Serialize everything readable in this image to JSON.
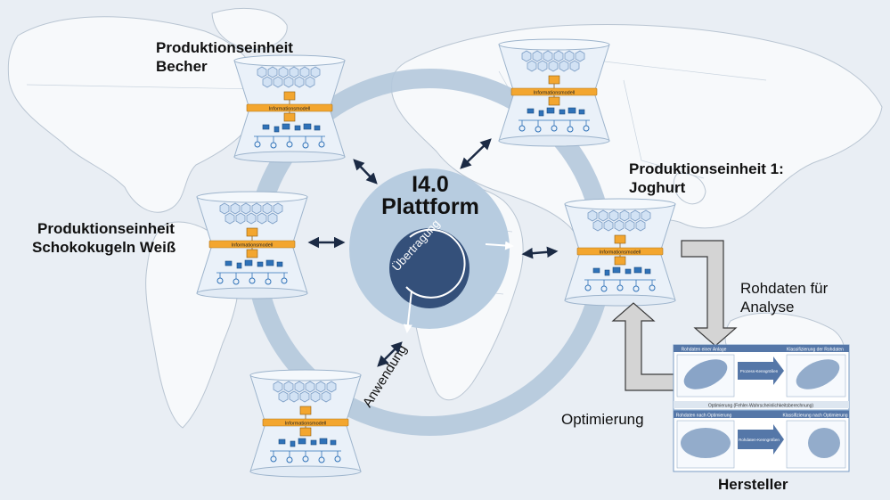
{
  "platform": {
    "line1": "I4.0",
    "line2": "Plattform"
  },
  "ring": {
    "transfer": "Übertragung",
    "application": "Anwendung"
  },
  "units": {
    "becher": {
      "line1": "Produktionseinheit",
      "line2": "Becher"
    },
    "schoko": {
      "line1": "Produktionseinheit",
      "line2": "Schokokugeln Weiß"
    },
    "joghurt": {
      "line1": "Produktionseinheit 1:",
      "line2": "Joghurt"
    }
  },
  "node_band_label": "Informationsmodell",
  "flows": {
    "raw_data": {
      "line1": "Rohdaten für",
      "line2": "Analyse"
    },
    "optimization": "Optimierung"
  },
  "manufacturer": {
    "label": "Hersteller",
    "top_panel": {
      "left_title": "Rohdaten einer Anlage",
      "mid_text": "Prozess-Kenngrößen",
      "right_title": "Klassifizierung der Rohdaten"
    },
    "banner": "Optimierung (Fehler-Wahrscheinlichkeitsberechnung)",
    "bottom_panel": {
      "left_title": "Rohdaten nach Optimierung",
      "mid_text": "Rohdaten-Kenngrößen",
      "right_title": "Klassifizierung nach Optimierung"
    }
  },
  "colors": {
    "ring": "#b4c8dc",
    "platform_core": "#34507a",
    "node_band": "#f3a62f",
    "hexagon": "#d2e2f4",
    "arrow_dark": "#1b2a44",
    "flow_arrow": "#d4d4d4"
  }
}
